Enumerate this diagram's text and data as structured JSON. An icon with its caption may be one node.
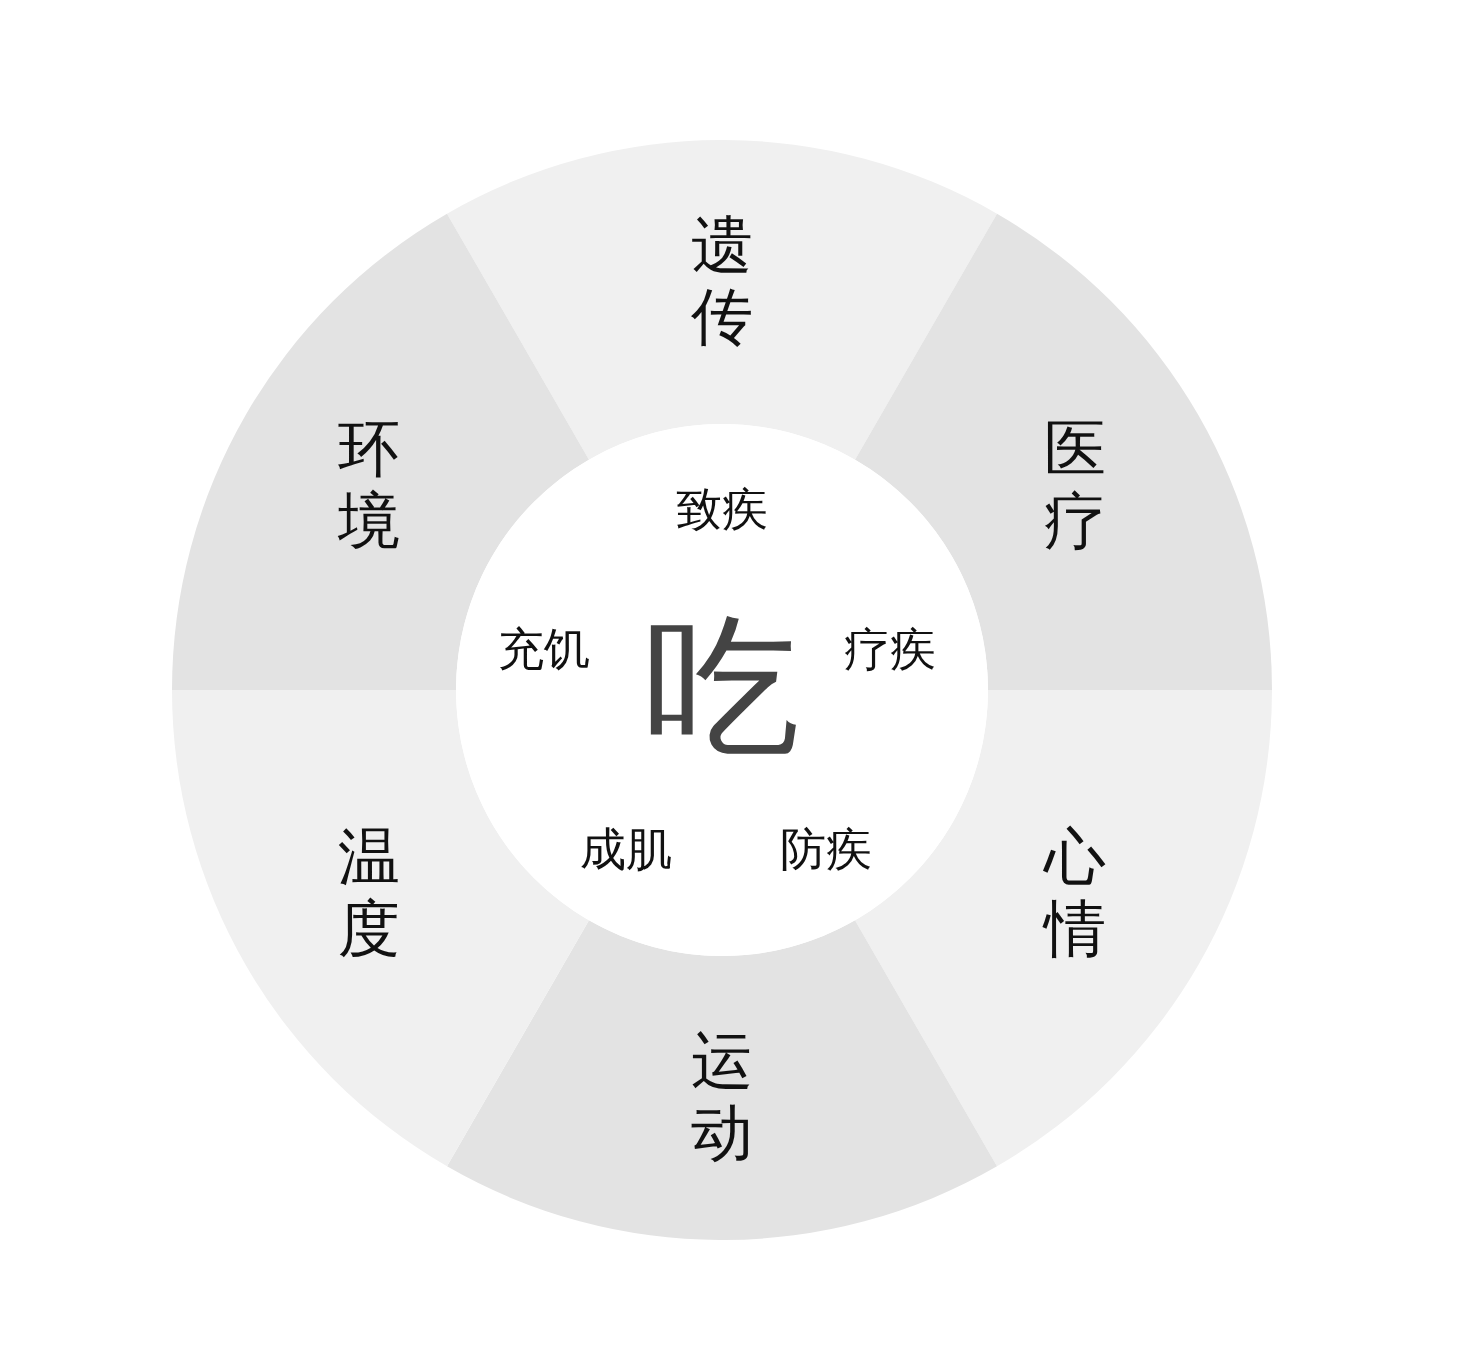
{
  "diagram": {
    "nodes": [
      {
        "text": [
          "遗传"
        ]
      },
      {
        "text": [
          "医疗"
        ]
      },
      {
        "text": [
          "心情"
        ]
      },
      {
        "text": [
          "运动"
        ]
      },
      {
        "text": [
          "温度"
        ]
      },
      {
        "text": [
          "环境"
        ]
      },
      {
        "text": [
          "致疾",
          "充饥",
          "吃",
          "疗疾",
          "成肌",
          "防疾"
        ]
      }
    ]
  }
}
